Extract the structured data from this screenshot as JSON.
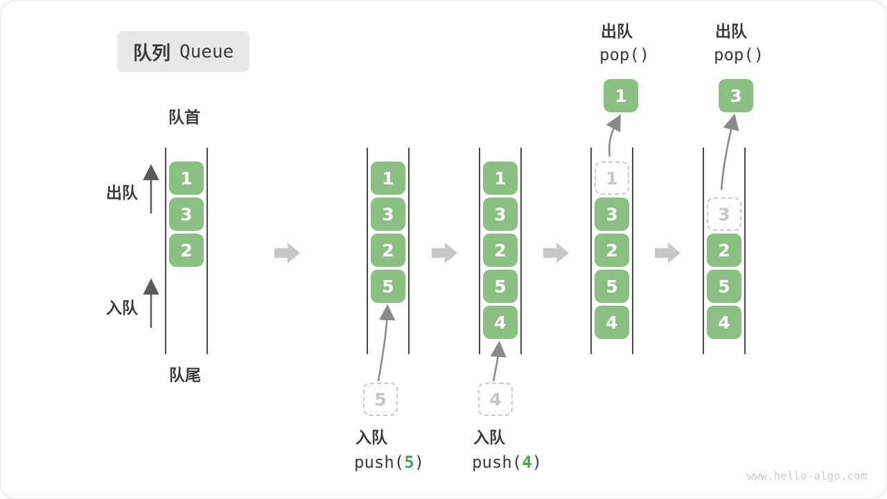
{
  "title": {
    "zh": "队列",
    "en": "Queue"
  },
  "labels": {
    "front": "队首",
    "rear": "队尾",
    "dequeue_side": "出队",
    "enqueue_side": "入队"
  },
  "colors": {
    "cell_green": "#8bc083",
    "code_green": "#4fa158",
    "ghost_gray": "#c9c9c9"
  },
  "watermark": "www.hello-algo.com",
  "columns": [
    {
      "cells": [
        {
          "value": "1"
        },
        {
          "value": "3"
        },
        {
          "value": "2"
        }
      ]
    },
    {
      "cells": [
        {
          "value": "1"
        },
        {
          "value": "3"
        },
        {
          "value": "2"
        },
        {
          "value": "5"
        }
      ],
      "pending": {
        "value": "5"
      },
      "caption": {
        "action": "入队",
        "fn_open": "push(",
        "arg": "5",
        "fn_close": ")"
      }
    },
    {
      "cells": [
        {
          "value": "1"
        },
        {
          "value": "3"
        },
        {
          "value": "2"
        },
        {
          "value": "5"
        },
        {
          "value": "4"
        }
      ],
      "pending": {
        "value": "4"
      },
      "caption": {
        "action": "入队",
        "fn_open": "push(",
        "arg": "4",
        "fn_close": ")"
      }
    },
    {
      "cells": [
        {
          "value": "1",
          "ghost": true
        },
        {
          "value": "3"
        },
        {
          "value": "2"
        },
        {
          "value": "5"
        },
        {
          "value": "4"
        }
      ],
      "popped": {
        "value": "1"
      },
      "header": {
        "action": "出队",
        "fn": "pop()"
      }
    },
    {
      "cells": [
        {
          "value": "3",
          "ghost": true
        },
        {
          "value": "2"
        },
        {
          "value": "5"
        },
        {
          "value": "4"
        }
      ],
      "popped": {
        "value": "3"
      },
      "header": {
        "action": "出队",
        "fn": "pop()"
      }
    }
  ]
}
